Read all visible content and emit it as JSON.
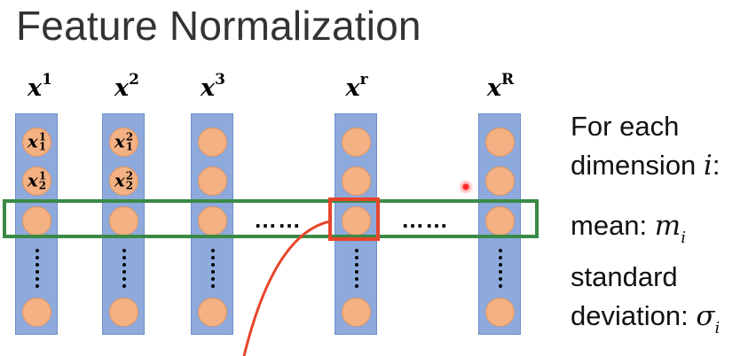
{
  "title": "Feature Normalization",
  "columns": [
    {
      "base": "x",
      "sup": "1",
      "elem_labels": [
        {
          "base": "x",
          "sup": "1",
          "sub": "1"
        },
        {
          "base": "x",
          "sup": "1",
          "sub": "2"
        }
      ]
    },
    {
      "base": "x",
      "sup": "2",
      "elem_labels": [
        {
          "base": "x",
          "sup": "2",
          "sub": "1"
        },
        {
          "base": "x",
          "sup": "2",
          "sub": "2"
        }
      ]
    },
    {
      "base": "x",
      "sup": "3",
      "elem_labels": []
    },
    {
      "base": "x",
      "sup": "r",
      "elem_labels": []
    },
    {
      "base": "x",
      "sup": "R",
      "elem_labels": []
    }
  ],
  "ellipsis": [
    "……",
    "……"
  ],
  "side": {
    "line1": "For each",
    "line2_text": "dimension ",
    "line2_var": "i",
    "line2_end": ":",
    "mean_text": "mean: ",
    "mean_var": "m",
    "mean_sub": "i",
    "std_line1": "standard",
    "std_text": "deviation: ",
    "std_var": "σ",
    "std_sub": "i"
  },
  "colors": {
    "bar": "#8ea9db",
    "dot": "#f4b183",
    "highlight_row": "#3a8a45",
    "highlight_cell": "#e8442a",
    "pointer_curve": "#e8442a"
  }
}
